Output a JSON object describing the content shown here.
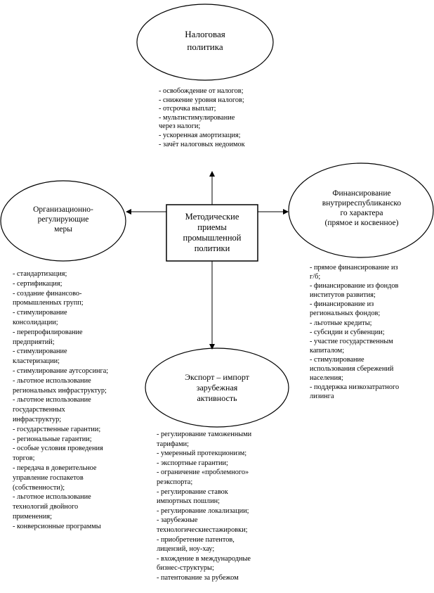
{
  "center": [
    "Методические",
    "приемы",
    "промышленной",
    "политики"
  ],
  "nodes": {
    "tax": {
      "title": [
        "Налоговая",
        "политика"
      ],
      "items": [
        "- освобождение от налогов;",
        "- снижение уровня налогов;",
        "- отсрочка выплат;",
        "- мультистимулирование",
        "через налоги;",
        "- ускоренная амортизация;",
        "- зачёт налоговых недоимок"
      ]
    },
    "org": {
      "title": [
        "Организационно-",
        "регулирующие",
        "меры"
      ],
      "items": [
        "- стандартизация;",
        "- сертификация;",
        "- создание финансово-",
        "промышленных групп;",
        "- стимулирование",
        "консолидации;",
        "- перепрофилирование",
        "предприятий;",
        "- стимулирование",
        "кластеризации;",
        "- стимулирование аутсорсинга;",
        "- льготное использование",
        "региональных инфраструктур;",
        "- льготное использование",
        "государственных",
        "инфраструктур;",
        "- государственные гарантии;",
        "- региональные гарантии;",
        "- особые условия проведения",
        "торгов;",
        "- передача в доверительное",
        "управление госпакетов",
        "(собственности);",
        "- льготное использование",
        "технологий двойного",
        "применения;",
        "- конверсионные программы"
      ]
    },
    "fin": {
      "title": [
        "Финансирование",
        "внутриреспубликанско",
        "го характера",
        "(прямое и косвенное)"
      ],
      "items": [
        "- прямое финансирование из",
        "г/б;",
        "- финансирование из фондов",
        "институтов развития;",
        "- финансирование из",
        "региональных фондов;",
        "- льготные кредиты;",
        "- субсидии и субвенции;",
        "- участие государственным",
        "капиталом;",
        "- стимулирование",
        "использования сбережений",
        "населения;",
        "- поддержка низкозатратного",
        "лизинга"
      ]
    },
    "exp": {
      "title": [
        "Экспорт – импорт",
        "зарубежная",
        "активность"
      ],
      "items": [
        "- регулирование таможенными",
        "тарифами;",
        "- умеренный протекционизм;",
        "- экспортные гарантии;",
        "- ограничение «проблемного»",
        "реэкспорта;",
        "- регулирование ставок",
        "импортных пошлин;",
        "- регулирование локализации;",
        "- зарубежные",
        "технологическиестажировки;",
        "- приобретение патентов,",
        "лицензий, ноу-хау;",
        "- вхождение в международные",
        "бизнес-структуры;",
        "- патентование за рубежом"
      ]
    }
  }
}
